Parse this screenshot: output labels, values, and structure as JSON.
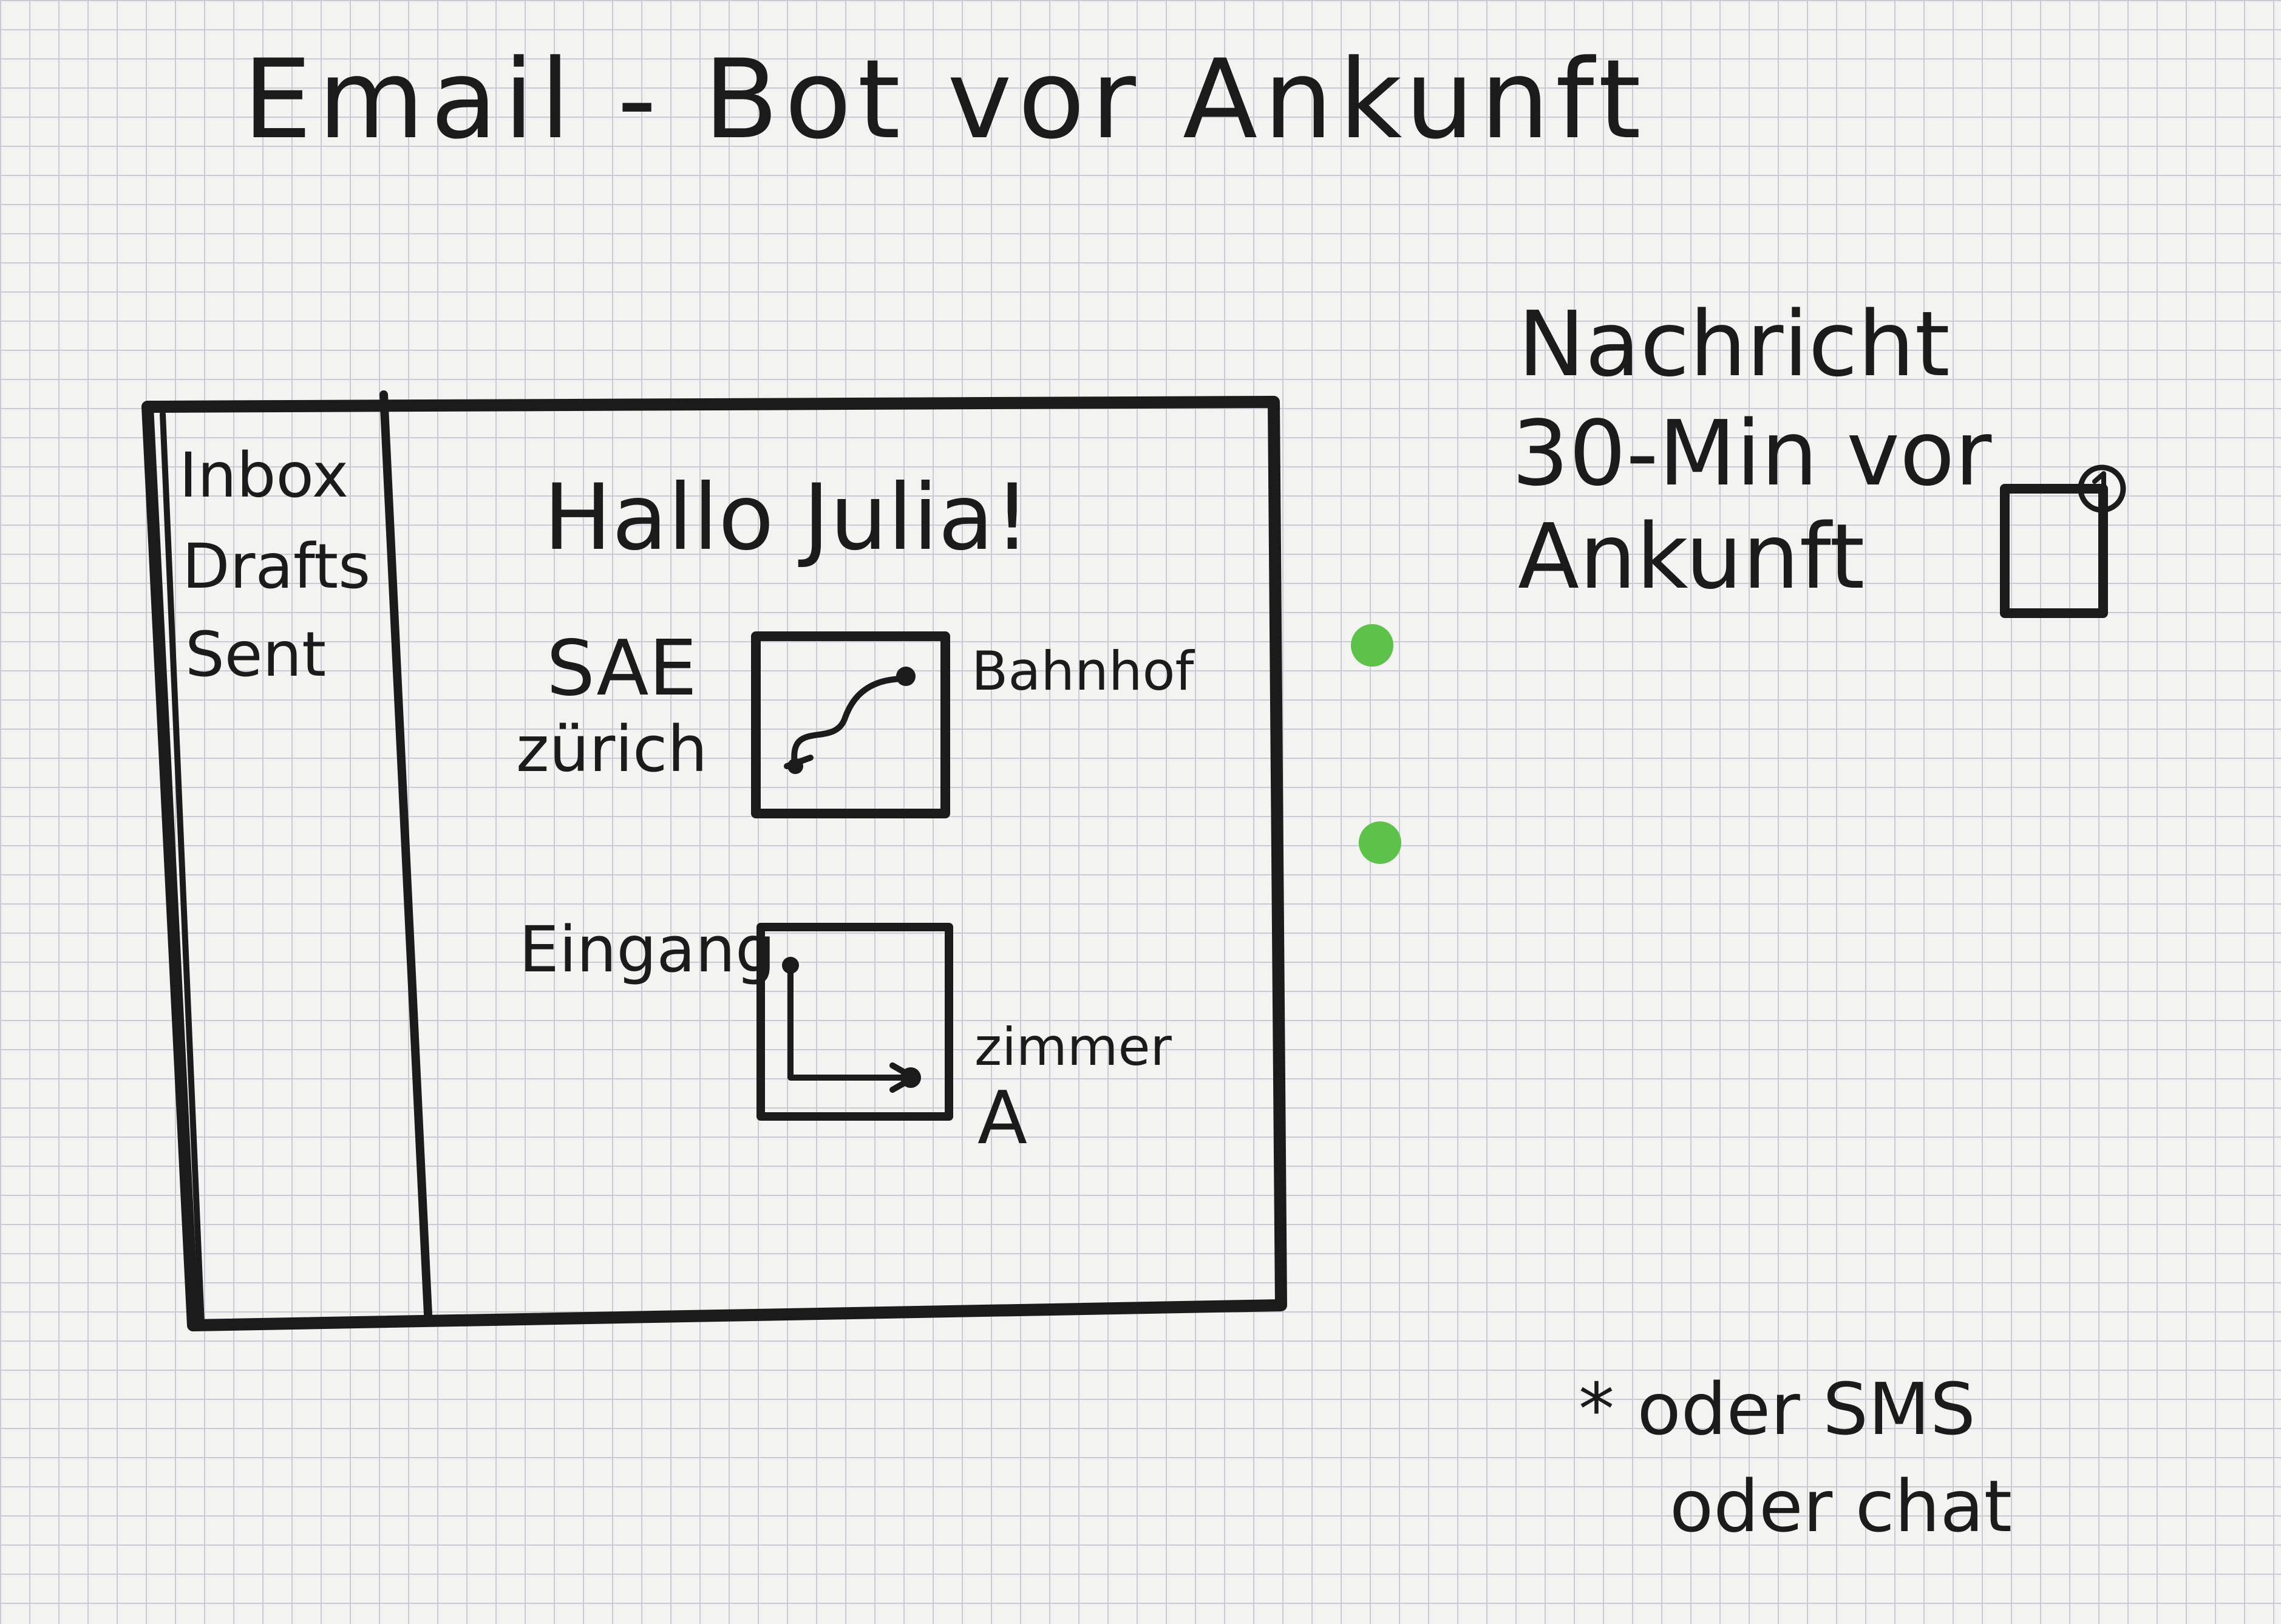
{
  "title": "Email - Bot vor Ankunft",
  "email_client": {
    "sidebar": {
      "items": [
        {
          "label": "Inbox"
        },
        {
          "label": "Drafts"
        },
        {
          "label": "Sent"
        }
      ]
    },
    "message": {
      "greeting": "Hallo Julia!",
      "route_map": {
        "origin_line1": "SAE",
        "origin_line2": "zürich",
        "destination": "Bahnhof",
        "icon": "route-map-icon"
      },
      "building_map": {
        "entrance": "Eingang",
        "room_line1": "zimmer",
        "room_line2": "A",
        "icon": "floor-plan-icon"
      }
    }
  },
  "notification": {
    "line1": "Nachricht",
    "line2": "30-Min vor",
    "line3": "Ankunft",
    "icon": "phone-notification-icon",
    "badge_count": "1"
  },
  "footnote": {
    "line1": "* oder SMS",
    "line2": "oder chat"
  },
  "colors": {
    "ink": "#1b1b1b",
    "indicator": "#5cc24a",
    "grid": "#c9ccd3",
    "paper": "#f3f3f1"
  }
}
